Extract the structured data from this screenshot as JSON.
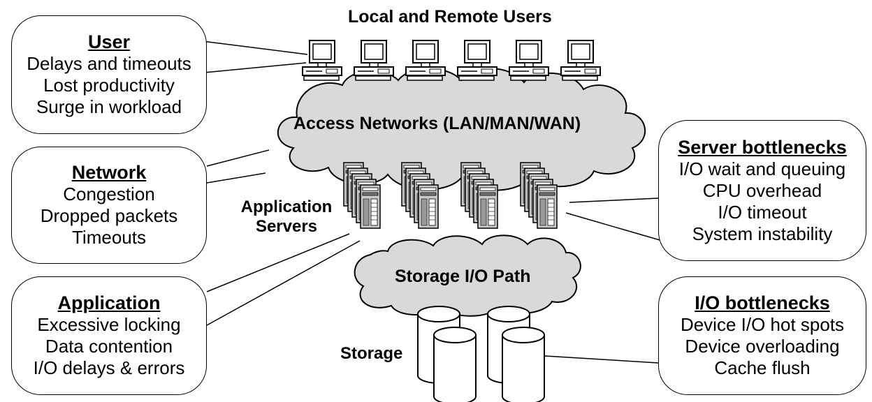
{
  "diagram": {
    "top_label": "Local and Remote Users",
    "access_cloud_label": "Access Networks (LAN/MAN/WAN)",
    "storage_cloud_label": "Storage I/O Path",
    "servers_label_line1": "Application",
    "servers_label_line2": "Servers",
    "storage_label": "Storage"
  },
  "boxes": {
    "user": {
      "title": "User",
      "lines": [
        "Delays and timeouts",
        "Lost productivity",
        "Surge in workload"
      ]
    },
    "network": {
      "title": "Network",
      "lines": [
        "Congestion",
        "Dropped packets",
        "Timeouts"
      ]
    },
    "application": {
      "title": "Application",
      "lines": [
        "Excessive locking",
        "Data contention",
        "I/O delays & errors"
      ]
    },
    "server": {
      "title": "Server bottlenecks",
      "lines": [
        "I/O wait and queuing",
        "CPU overhead",
        "I/O timeout",
        "System instability"
      ]
    },
    "io": {
      "title": "I/O bottlenecks",
      "lines": [
        "Device I/O hot spots",
        "Device overloading",
        "Cache flush"
      ]
    }
  },
  "colors": {
    "cloud_fill": "#d9d9d9",
    "server_fill": "#c8c8c8",
    "outline": "#000000"
  }
}
